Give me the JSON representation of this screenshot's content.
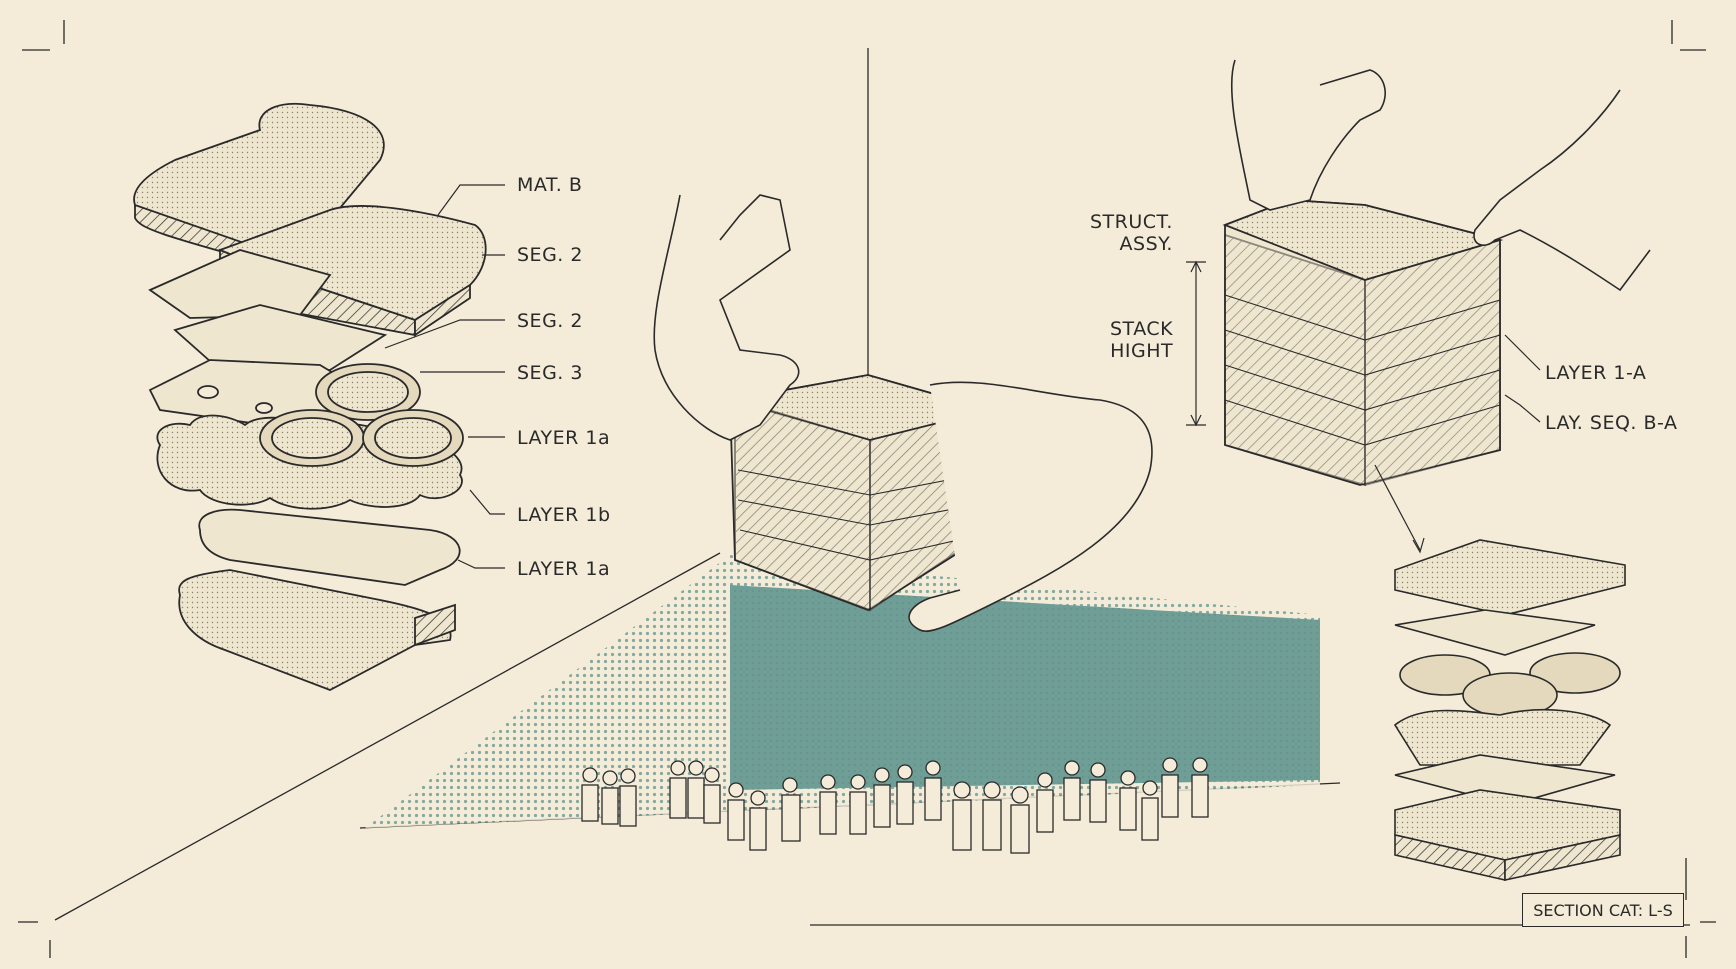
{
  "colors": {
    "paper": "#f4ecd9",
    "ink": "#2a2a2a",
    "teal": "#6f9e97",
    "bread": "#efe6cf",
    "tomato": "#e5d9bd",
    "lettuce": "#e9e2c9"
  },
  "left_assembly": {
    "labels": {
      "mat_b": "MAT. B",
      "seg_2a": "SEG. 2",
      "seg_2b": "SEG. 2",
      "seg_3": "SEG. 3",
      "layer_1a_top": "LAYER 1a",
      "layer_1b": "LAYER 1b",
      "layer_1a_bottom": "LAYER 1a"
    }
  },
  "right_assembly": {
    "labels": {
      "struct_assy": "STRUCT.\nASSY.",
      "stack_hight": "STACK\nHIGHT",
      "layer_1_a": "LAYER 1-A",
      "lay_seq_b_a": "LAY. SEQ. B-A"
    }
  },
  "footer": {
    "section_cat": "SECTION CAT: L-S"
  }
}
